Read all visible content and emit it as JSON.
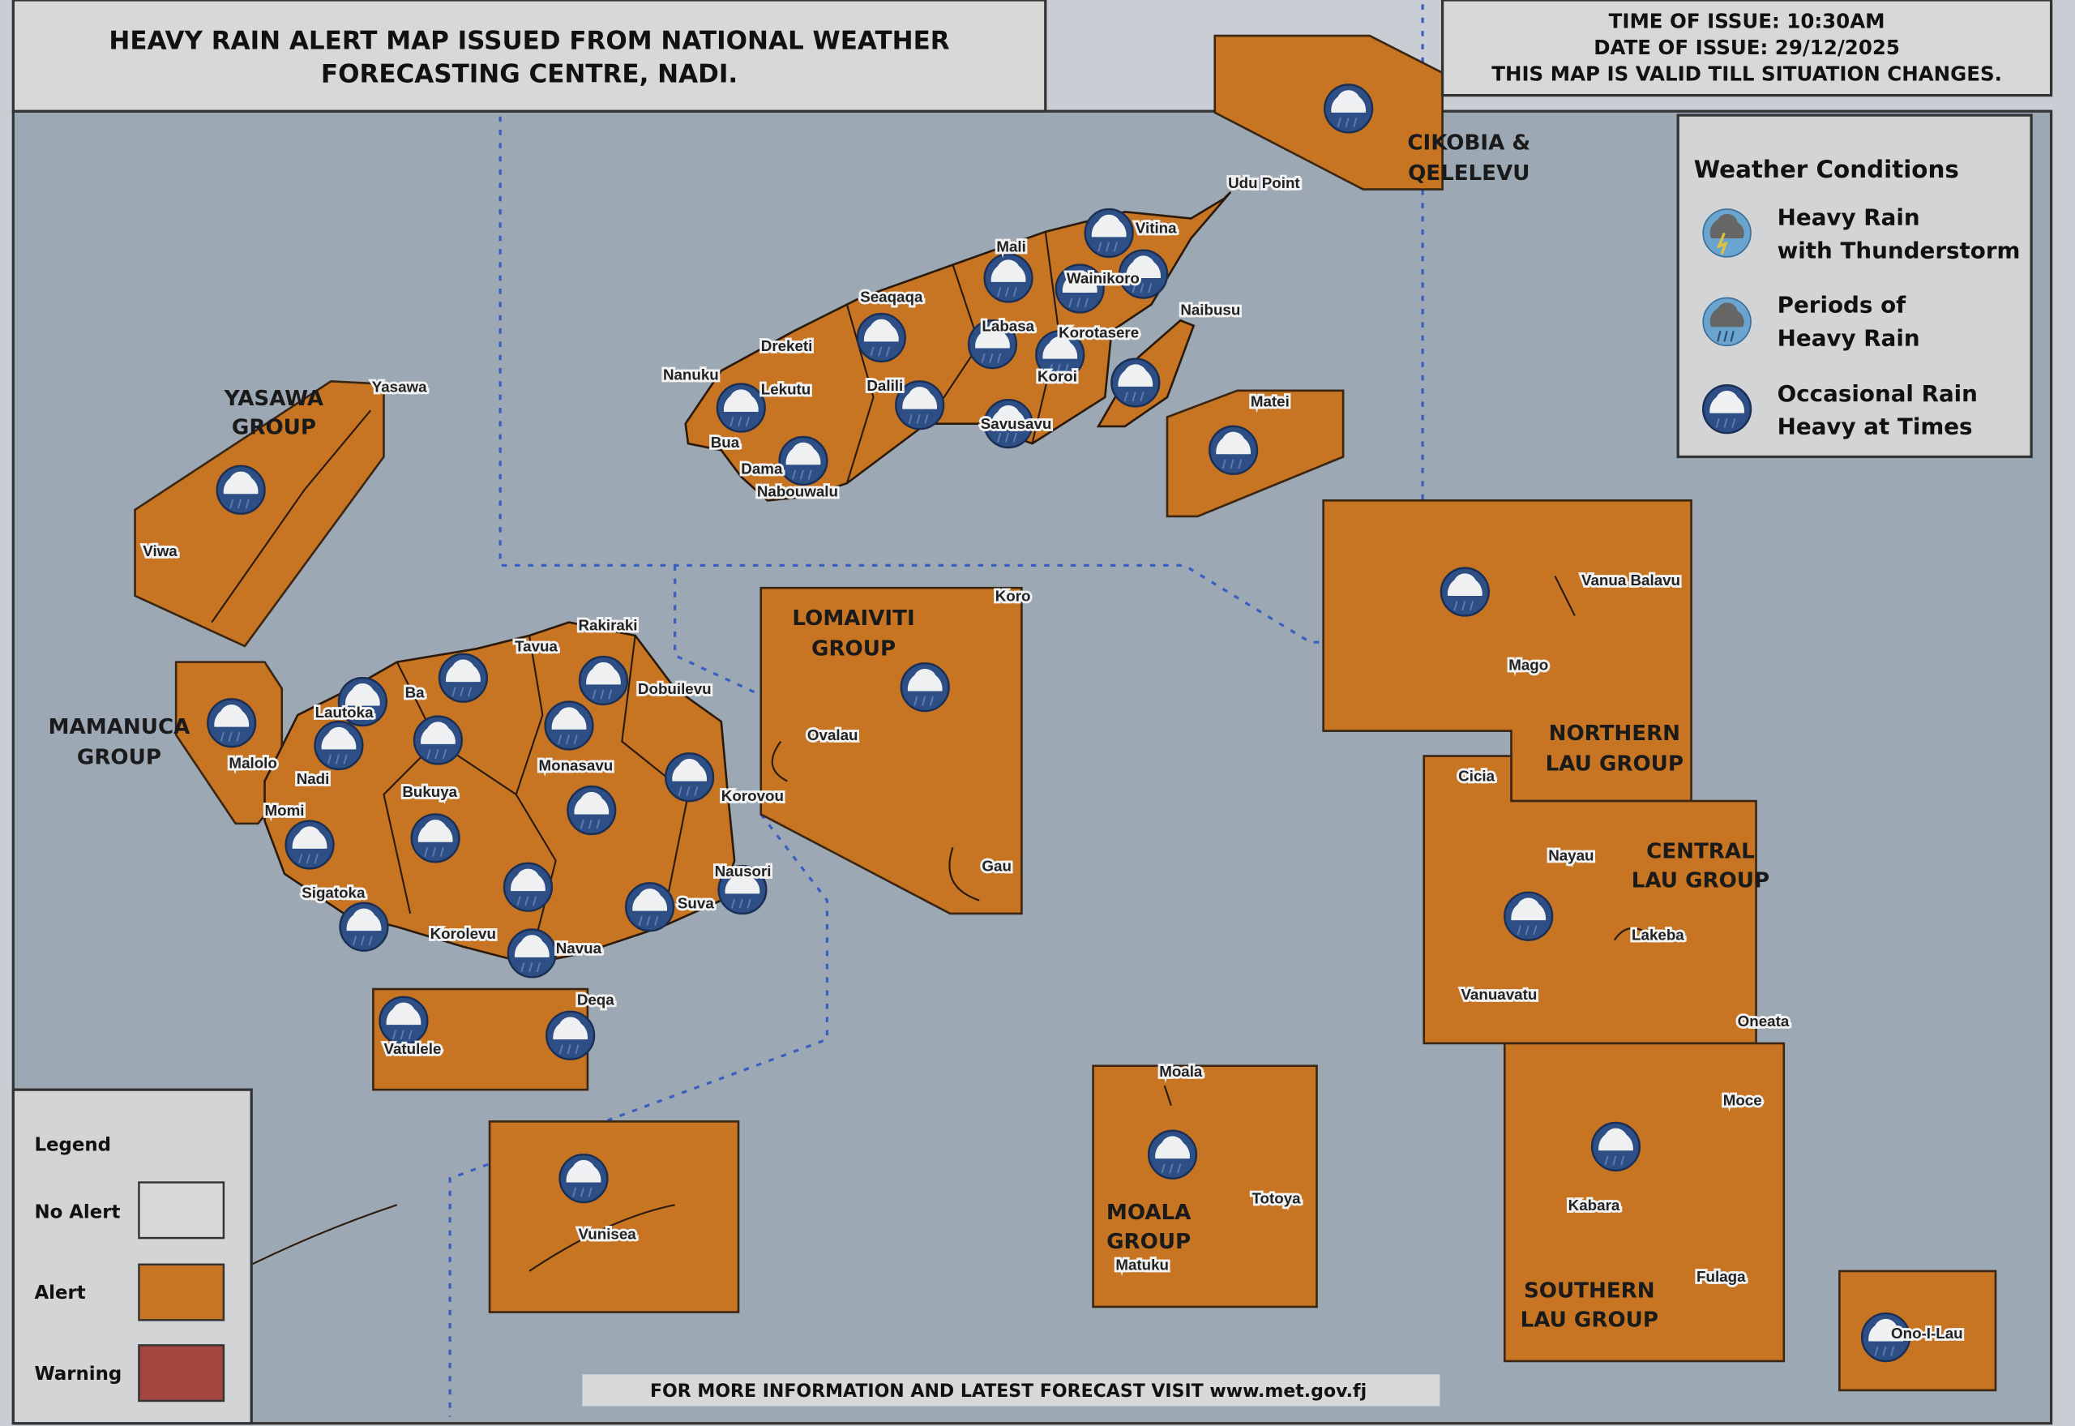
{
  "header": {
    "title_line1": "HEAVY RAIN ALERT MAP ISSUED FROM NATIONAL WEATHER",
    "title_line2": "FORECASTING CENTRE, NADI."
  },
  "issue": {
    "time": "TIME OF ISSUE: 10:30AM",
    "date": "DATE OF ISSUE: 29/12/2025",
    "validity": "THIS MAP IS VALID TILL SITUATION CHANGES."
  },
  "weather_conditions": {
    "title": "Weather Conditions",
    "items": [
      {
        "line1": "Heavy Rain",
        "line2": "with Thunderstorm",
        "icon": "thunderstorm-icon"
      },
      {
        "line1": "Periods of",
        "line2": "Heavy Rain",
        "icon": "heavy-rain-icon"
      },
      {
        "line1": "Occasional Rain",
        "line2": "Heavy at Times",
        "icon": "occasional-rain-icon"
      }
    ]
  },
  "legend": {
    "title": "Legend",
    "items": [
      {
        "label": "No Alert",
        "color": "#d8d8d8"
      },
      {
        "label": "Alert",
        "color": "#c77522"
      },
      {
        "label": "Warning",
        "color": "#a4453f"
      }
    ]
  },
  "groups": {
    "yasawa": [
      "YASAWA",
      "GROUP"
    ],
    "mamanuca": [
      "MAMANUCA",
      "GROUP"
    ],
    "lomaiviti": [
      "LOMAIVITI",
      "GROUP"
    ],
    "cikobia": [
      "CIKOBIA &",
      "QELELEVU"
    ],
    "northern_lau": [
      "NORTHERN",
      "LAU GROUP"
    ],
    "central_lau": [
      "CENTRAL",
      "LAU GROUP"
    ],
    "southern_lau": [
      "SOUTHERN",
      "LAU GROUP"
    ],
    "moala": [
      "MOALA",
      "GROUP"
    ]
  },
  "places": [
    "Udu Point",
    "Vitina",
    "Mali",
    "Wainikoro",
    "Naibusu",
    "Seaqaqa",
    "Dreketi",
    "Labasa",
    "Korotasere",
    "Nanuku",
    "Lekutu",
    "Dalili",
    "Koroi",
    "Savusavu",
    "Bua",
    "Dama",
    "Nabouwalu",
    "Matei",
    "Yasawa",
    "Viwa",
    "Malolo",
    "Nadi",
    "Lautoka",
    "Ba",
    "Tavua",
    "Rakiraki",
    "Dobuilevu",
    "Monasavu",
    "Bukuya",
    "Momi",
    "Sigatoka",
    "Korolevu",
    "Navua",
    "Suva",
    "Nausori",
    "Korovou",
    "Deqa",
    "Vatulele",
    "Vunisea",
    "Koro",
    "Ovalau",
    "Gau",
    "Vanua Balavu",
    "Mago",
    "Cicia",
    "Nayau",
    "Lakeba",
    "Vanuavatu",
    "Oneata",
    "Moce",
    "Kabara",
    "Fulaga",
    "Ono-I-Lau",
    "Moala",
    "Totoya",
    "Matuku"
  ],
  "footer": "FOR MORE INFORMATION AND LATEST FORECAST VISIT www.met.gov.fj",
  "colors": {
    "sea": "#9da8b5",
    "alert": "#c77522",
    "icon_blue": "#2d4f86"
  }
}
